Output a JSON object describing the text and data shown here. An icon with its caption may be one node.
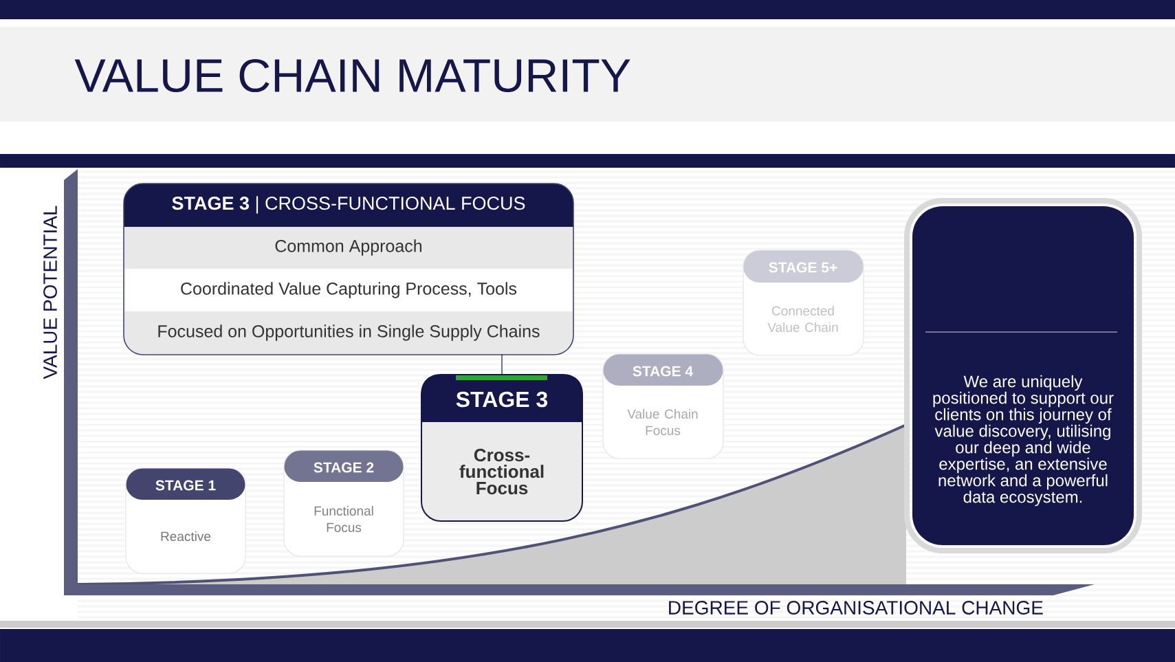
{
  "diagram": {
    "title": "VALUE CHAIN MATURITY",
    "nodes": [
      {
        "text": [
          "**STAGE 3** | CROSS-FUNCTIONAL FOCUS",
          "Common Approach",
          "Coordinated Value Capturing Process, Tools",
          "Focused on Opportunities in Single Supply Chains"
        ]
      },
      {
        "text": [
          "STAGE 1",
          "Reactive"
        ]
      },
      {
        "text": [
          "STAGE 2",
          "Functional Focus"
        ]
      },
      {
        "text": [
          "STAGE 3",
          "Cross-functional Focus"
        ]
      },
      {
        "text": [
          "STAGE 4",
          "Value Chain Focus"
        ]
      },
      {
        "text": [
          "STAGE 5+",
          "Connected Value Chain"
        ]
      },
      {
        "text": [
          "We are uniquely positioned to support our clients on this journey of value discovery, utilising our deep and wide expertise, an extensive network and a powerful data ecosystem."
        ]
      }
    ],
    "edges": [
      {
        "from": 0,
        "to": 3,
        "arrow": "none"
      }
    ],
    "labels": [
      "VALUE POTENTIAL",
      "DEGREE OF ORGANISATIONAL CHANGE"
    ]
  }
}
